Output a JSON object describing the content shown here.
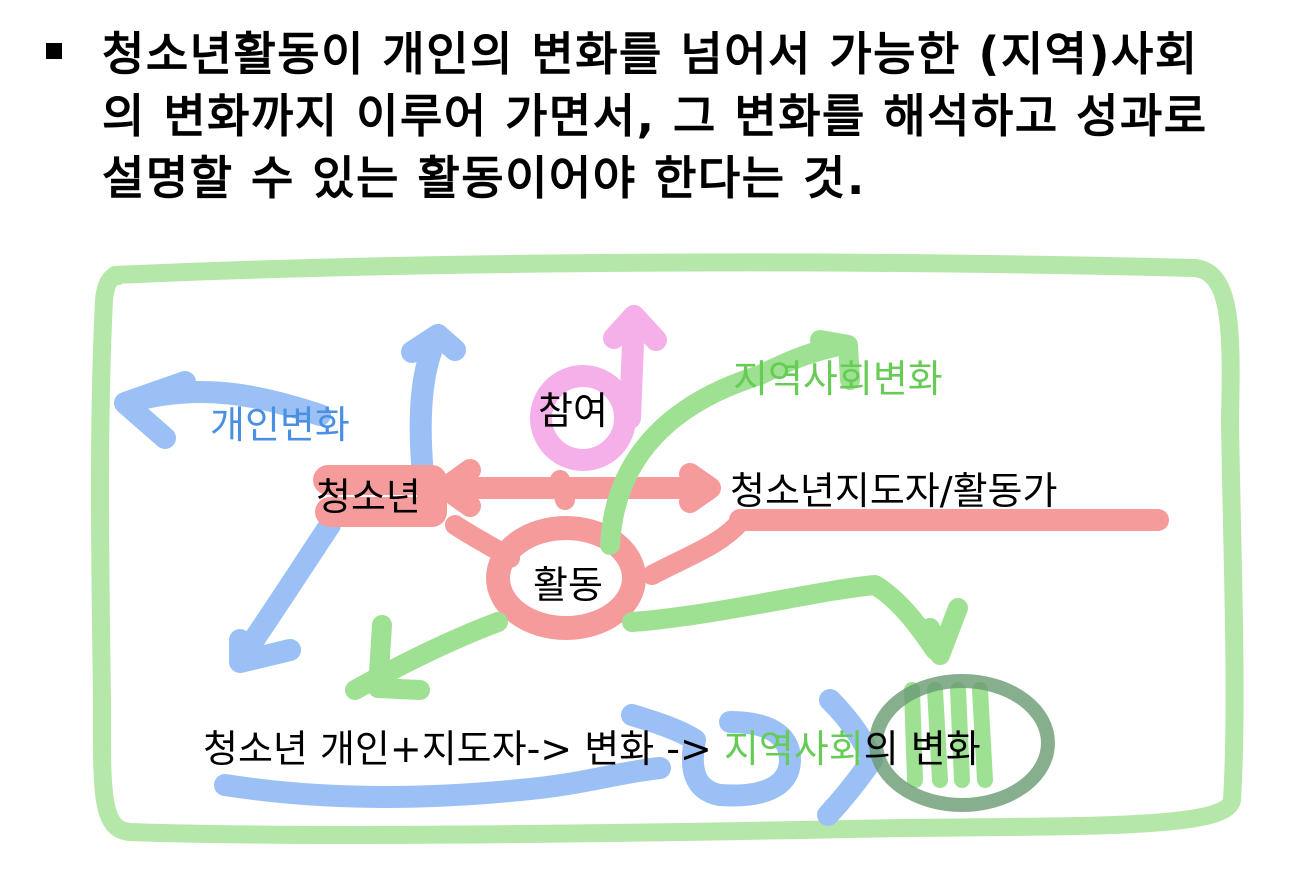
{
  "bullet": {
    "lines": [
      "청소년활동이 개인의 변화를 넘어서 가능한 (지역)사회",
      "의 변화까지 이루어 가면서, 그 변화를 해석하고 성과로",
      "설명할 수 있는 활동이어야 한다는 것."
    ]
  },
  "diagram": {
    "labels": {
      "participation": "참여",
      "individual_change": "개인변화",
      "community_change": "지역사회변화",
      "youth": "청소년",
      "leader": "청소년지도자/활동가",
      "activity": "활동"
    },
    "bottom": {
      "part1": "청소년 개인+지도자-> 변화 -> ",
      "part2": "지역사회",
      "part3": "의 변화"
    },
    "colors": {
      "frame_green": "#a8e39a",
      "arrow_green": "#8fdc7f",
      "text_green": "#66cc55",
      "blue": "#8ab6f5",
      "text_blue": "#4a90e2",
      "red": "#f58a8a",
      "pink": "#f5a3e6",
      "dark_green": "#4f8a5a"
    }
  }
}
